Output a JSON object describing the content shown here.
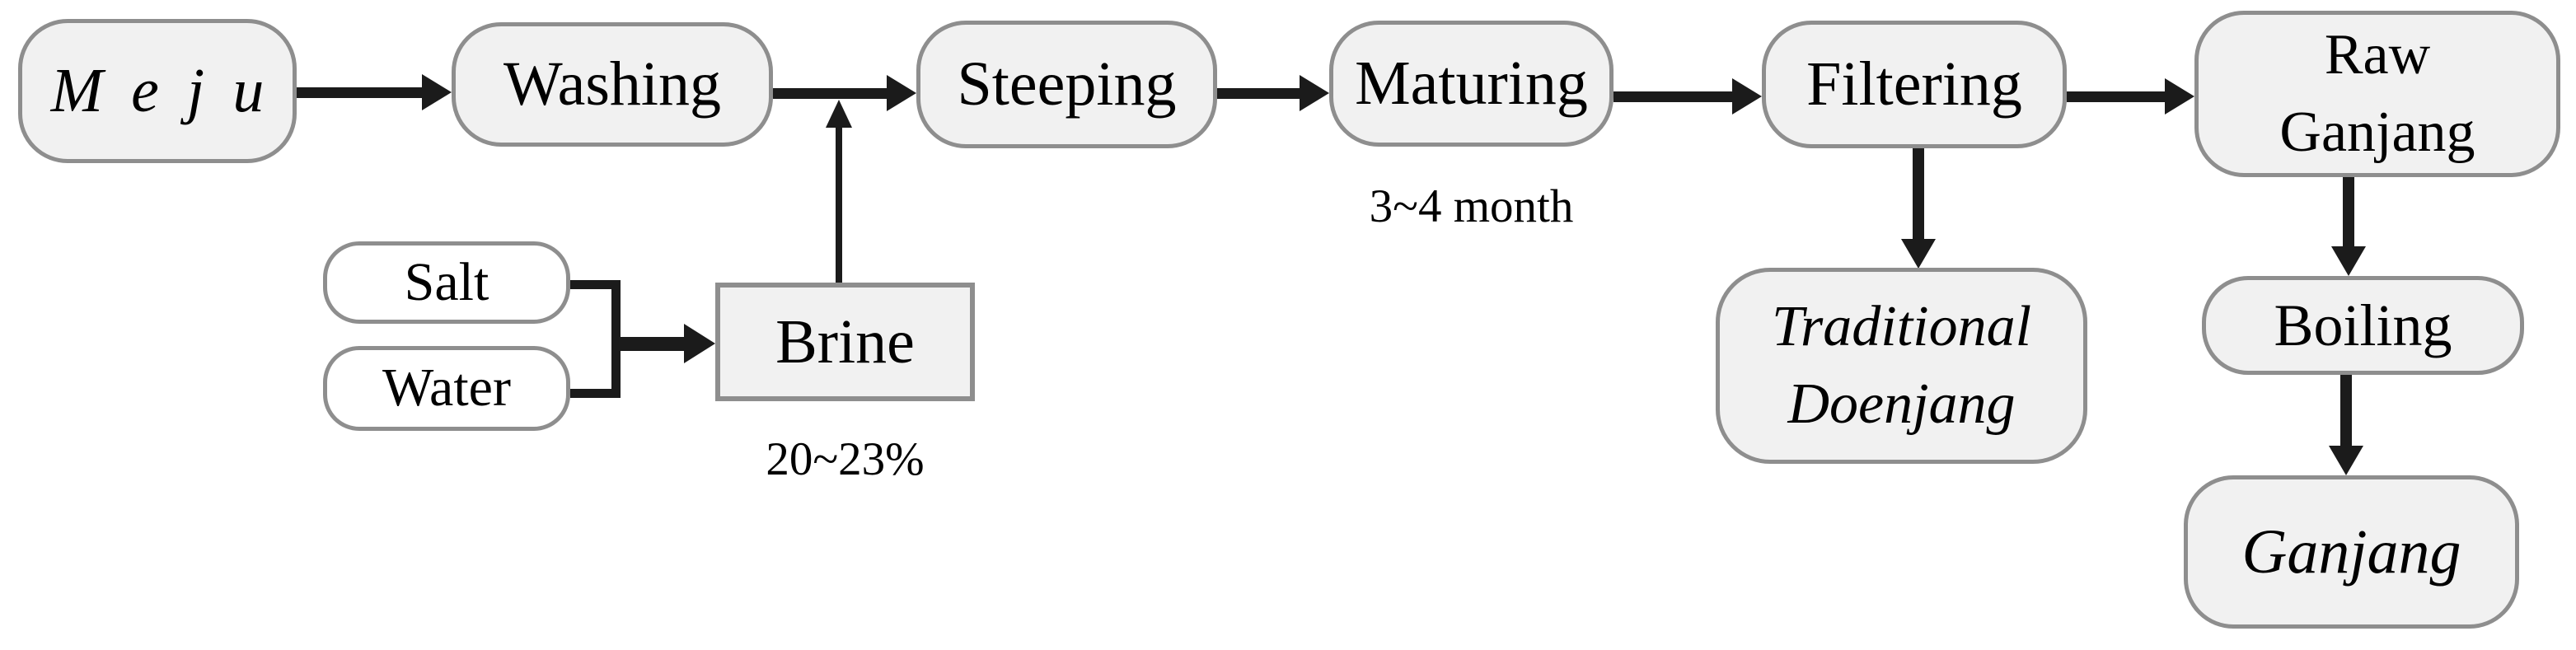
{
  "nodes": {
    "meju": {
      "label": "Meju"
    },
    "washing": {
      "label": "Washing"
    },
    "steeping": {
      "label": "Steeping"
    },
    "maturing": {
      "label": "Maturing"
    },
    "filtering": {
      "label": "Filtering"
    },
    "raw_ganjang": {
      "line1": "Raw",
      "line2": "Ganjang"
    },
    "salt": {
      "label": "Salt"
    },
    "water": {
      "label": "Water"
    },
    "brine": {
      "label": "Brine"
    },
    "traditional_doenjang": {
      "line1": "Traditional",
      "line2": "Doenjang"
    },
    "boiling": {
      "label": "Boiling"
    },
    "ganjang": {
      "label": "Ganjang"
    }
  },
  "annotations": {
    "maturing_duration": "3~4 month",
    "brine_concentration": "20~23%"
  },
  "edges": [
    {
      "from": "meju",
      "to": "washing"
    },
    {
      "from": "washing",
      "to": "steeping"
    },
    {
      "from": "salt",
      "to": "brine"
    },
    {
      "from": "water",
      "to": "brine"
    },
    {
      "from": "brine",
      "to": "washing-steeping-arrow"
    },
    {
      "from": "steeping",
      "to": "maturing"
    },
    {
      "from": "maturing",
      "to": "filtering"
    },
    {
      "from": "filtering",
      "to": "raw_ganjang"
    },
    {
      "from": "filtering",
      "to": "traditional_doenjang"
    },
    {
      "from": "raw_ganjang",
      "to": "boiling"
    },
    {
      "from": "boiling",
      "to": "ganjang"
    }
  ],
  "colors": {
    "node_fill": "#f1f1f1",
    "node_border": "#8e8e8e",
    "input_fill": "#ffffff",
    "arrow_color": "#1b1b1b",
    "text_color": "#000000",
    "canvas_bg": "#ffffff"
  }
}
